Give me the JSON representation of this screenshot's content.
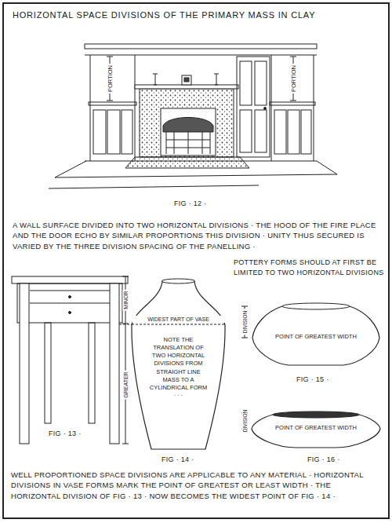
{
  "diagram": {
    "title": "HORIZONTAL SPACE DIVISIONS OF THE PRIMARY MASS IN CLAY",
    "nodes": [
      {
        "text": [
          "WIDEST PART OF VASE",
          "NOTE THE TRANSLATION OF TWO HORIZONTAL DIVISIONS FROM STRAIGHT LINE MASS TO A CYLINDRICAL FORM · · ·"
        ]
      },
      {
        "text": [
          "POINT OF GREATEST WIDTH"
        ]
      },
      {
        "text": [
          "POINT OF GREATEST WIDTH"
        ]
      }
    ],
    "labels": [
      "PORTION",
      "PORTION",
      "FIG · 12 ·",
      "A WALL SURFACE DIVIDED INTO TWO HORIZONTAL DIVISIONS · THE HOOD OF THE FIRE PLACE AND THE DOOR ECHO BY SIMILAR PROPORTIONS THIS DIVISION · UNITY THUS SECURED IS VARIED BY THE THREE DIVISION SPACING OF THE PANELLING ·",
      "POTTERY FORMS SHOULD AT FIRST BE LIMITED TO TWO HORIZONTAL DIVISIONS",
      "MINOR",
      "GREATER",
      "FIG · 13 ·",
      "FIG · 14 ·",
      "DIVISION",
      "FIG · 15 ·",
      "DIVISION",
      "FIG · 16 ·",
      "WELL PROPORTIONED SPACE DIVISIONS ARE APPLICABLE TO ANY MATERIAL · HORIZONTAL DIVISIONS IN VASE FORMS MARK THE POINT OF GREATEST OR LEAST WIDTH · THE HORIZONTAL DIVISION OF FIG · 13 · NOW BECOMES THE WIDEST POINT OF FIG · 14 ·"
    ]
  }
}
